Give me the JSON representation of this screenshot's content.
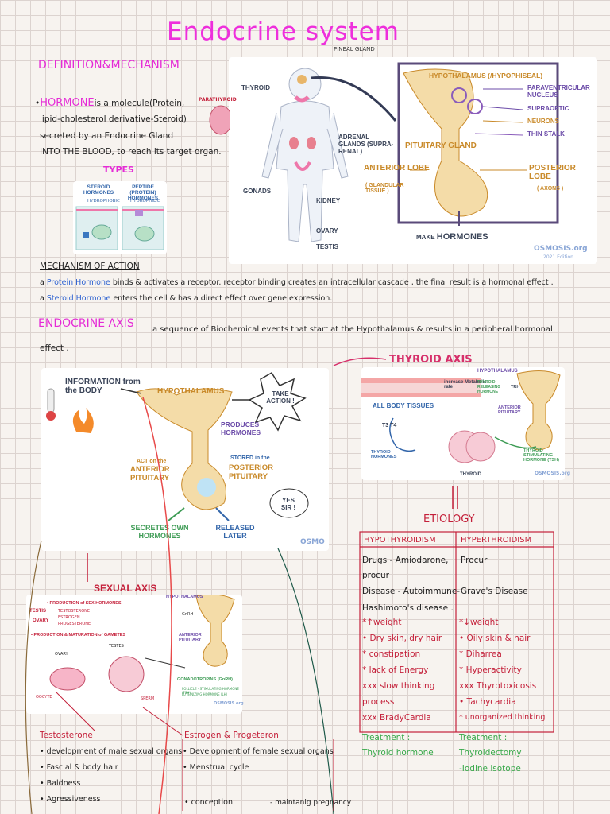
{
  "title": "Endocrine system",
  "definition": {
    "heading": "DEFINITION&MECHANISM",
    "bullet": "•",
    "hormone_word": "HORMONE",
    "lines": [
      "is a molecule(Protein,",
      "lipid-cholesterol derivative-Steroid)",
      "secreted by an Endocrine Gland",
      "INTO THE BLOOD, to reach its target organ."
    ]
  },
  "types": {
    "heading": "TYPES",
    "steroid": "STEROID HORMONES",
    "steroid_sub": "HYDROPHOBIC",
    "peptide": "PEPTIDE (PROTEIN) HORMONES",
    "peptide_sub": "HYDROPHILIC"
  },
  "body_figure": {
    "pineal": "PINEAL GLAND",
    "thyroid": "THYROID",
    "parathyroid": "PARATHYROID",
    "adrenal": "ADRENAL GLANDS (SUPRA-RENAL)",
    "gonads": "GONADS",
    "kidney": "KIDNEY",
    "ovary": "OVARY",
    "testis": "TESTIS",
    "hypothalamus": "HYPOTHALAMUS (/HYPOPHISEAL)",
    "paraventricular": "PARAVENTRICULAR NUCLEUS",
    "supraoptic": "SUPRAOPTIC",
    "neurons": "NEURONS",
    "thin_stalk": "THIN STALK",
    "pituitary_gland": "PITUITARY GLAND",
    "anterior_lobe": "ANTERIOR LOBE",
    "anterior_sub": "( GLANDULAR TISSUE )",
    "posterior_lobe": "POSTERIOR LOBE",
    "posterior_sub": "( AXONS )",
    "make": "MAKE",
    "hormones": "HORMONES",
    "brand": "OSMOSIS.org",
    "edition": "2021 Edition"
  },
  "mechanism": {
    "heading": "MECHANISM OF ACTION",
    "line1_pre": "a",
    "line1_term": "Protein Hormone",
    "line1_post": "binds & activates a receptor. receptor binding creates an intracellular cascade , the final result is a hormonal effect .",
    "line2_pre": "a",
    "line2_term": "Steroid Hormone",
    "line2_post": "enters the cell & has a direct effect over gene expression."
  },
  "axis": {
    "heading": "ENDOCRINE AXIS",
    "text1": "a sequence of Biochemical events that start at the Hypothalamus & results in a peripheral hormonal",
    "text2": "effect ."
  },
  "axis_figure": {
    "info": "INFORMATION from the BODY",
    "hypothalamus": "HYPOTHALAMUS",
    "take_action": "TAKE ACTION !",
    "produces": "PRODUCES HORMONES",
    "act_on": "ACT on the",
    "anterior": "ANTERIOR PITUITARY",
    "stored": "STORED in the",
    "posterior": "POSTERIOR PITUITARY",
    "yes_sir": "YES SIR !",
    "secretes": "SECRETES OWN HORMONES",
    "released": "RELEASED LATER",
    "brand": "OSMO"
  },
  "thyroid_axis": {
    "heading": "THYROID AXIS",
    "tissues": "ALL BODY TISSUES",
    "increase": "increase Metabolic rate",
    "hypothalamus": "HYPOTHALAMUS",
    "trh": "THYROID RELEASING HORMONE",
    "trh_short": "TRH",
    "anterior": "ANTERIOR PITUITARY",
    "t3t4": "T3 T4",
    "thyroid_hormones": "THYROID HORMONES",
    "tsh": "THYROID STIMULATING HORMONE (TSH)",
    "thyroid": "THYROID",
    "brand": "OSMOSIS.org"
  },
  "etiology": {
    "heading": "ETIOLOGY",
    "col1": "HYPOTHYROIDISM",
    "col2": "HYPERTHROIDISM",
    "r1a": "Drugs - Amiodarone,",
    "r1b": "procur",
    "r1c": "Procur",
    "r2a": "Disease - Autoimmune-",
    "r2b": "Hashimoto's disease .",
    "r2c": "Grave's Disease",
    "hypo": [
      "*↑weight",
      "• Dry skin, dry hair",
      "* constipation",
      "* lack of Energy",
      "xxx slow thinking",
      "process",
      "xxx BradyCardia"
    ],
    "hyper": [
      "*↓weight",
      "• Oily skin & hair",
      "* Diharrea",
      "* Hyperactivity",
      "xxx Thyrotoxicosis",
      "• Tachycardia",
      "* unorganized thinking"
    ],
    "treat_l": "Treatment :",
    "treat_l2": "Thyroid hormone",
    "treat_r": "Treatment :",
    "treat_r2": "Thyroidectomy",
    "treat_r3": "-Iodine isotope"
  },
  "sexual_axis": {
    "heading": "SEXUAL AXIS",
    "production": "• PRODUCTION of SEX HORMONES",
    "testis": "TESTIS",
    "ovary": "OVARY",
    "testosterone": "TESTOSTERONE",
    "estrogen": "ESTROGEN",
    "progesterone": "PROGESTERONE",
    "gametes": "• PRODUCTION & MATURATION of GAMETES",
    "ovary2": "OVARY",
    "testes": "TESTES",
    "oocyte": "OOCYTE",
    "sperm": "SPERM",
    "hypothalamus": "HYPOTHALAMUS",
    "gnrh": "GnRH",
    "anterior": "ANTERIOR PITUITARY",
    "gonadotropins": "GONADOTROPINS (GnRH)",
    "fsh": "FOLLICLE - STIMULATING HORMONE (FSH)",
    "lh": "LUTEINIZING HORMONE (LH)",
    "brand": "OSMOSIS.org"
  },
  "testosterone": {
    "heading": "Testosterone",
    "items": [
      "• development of male sexual organs",
      "• Fascial & body hair",
      "• Baldness",
      "• Agressiveness"
    ]
  },
  "estrogen": {
    "heading": "Estrogen & Progeteron",
    "items": [
      "• Development of female sexual organs",
      "• Menstrual cycle"
    ],
    "conception": "• conception",
    "pregnancy": "- maintanig pregnancy"
  },
  "colors": {
    "pink": "#e52bd6",
    "gold": "#c98a2a",
    "red": "#c4203a",
    "green": "#38a84a"
  }
}
